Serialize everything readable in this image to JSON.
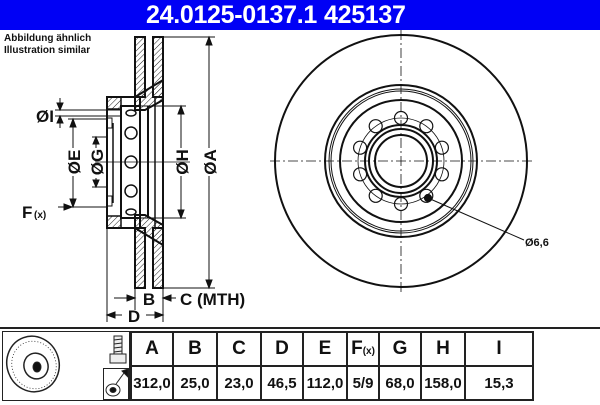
{
  "header": {
    "part_number": "24.0125-0137.1",
    "reference_number": "425137",
    "background_color": "#0000f5"
  },
  "note": {
    "line1": "Abbildung ähnlich",
    "line2": "Illustration similar"
  },
  "side_view": {
    "labels": {
      "dia_I": "ØI",
      "dia_E": "ØE",
      "dia_G": "ØG",
      "dia_H": "ØH",
      "dia_A": "ØA",
      "F": "F",
      "F_sub": "(x)",
      "B": "B",
      "C": "C (MTH)",
      "D": "D"
    }
  },
  "front_view": {
    "bolt_hole_count": 10,
    "hole_callout": "Ø6,6"
  },
  "spec_table": {
    "headers": [
      {
        "main": "A",
        "sub": ""
      },
      {
        "main": "B",
        "sub": ""
      },
      {
        "main": "C",
        "sub": ""
      },
      {
        "main": "D",
        "sub": ""
      },
      {
        "main": "E",
        "sub": ""
      },
      {
        "main": "F",
        "sub": "(x)"
      },
      {
        "main": "G",
        "sub": ""
      },
      {
        "main": "H",
        "sub": ""
      },
      {
        "main": "I",
        "sub": ""
      }
    ],
    "values": [
      "312,0",
      "25,0",
      "23,0",
      "46,5",
      "112,0",
      "5/9",
      "68,0",
      "158,0",
      "15,3"
    ],
    "icons": [
      "brake-disc-icon",
      "bolt-icon",
      "spray-clean-icon"
    ]
  }
}
